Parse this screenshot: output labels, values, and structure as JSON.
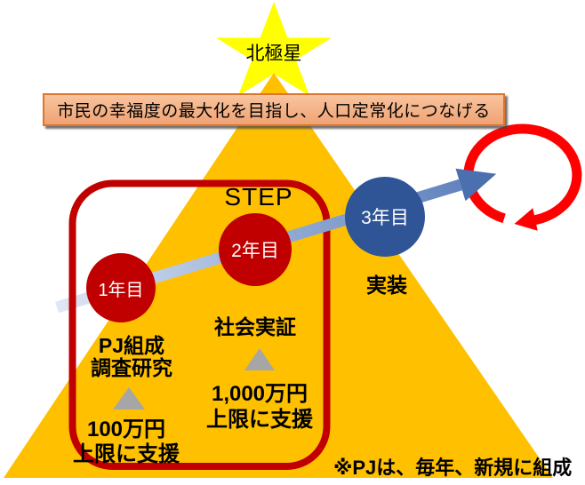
{
  "colors": {
    "pyramid": "#FFC000",
    "star": "#FFFF00",
    "banner_fill": "#F4B183",
    "banner_border": "#DD7430",
    "stage_red": "#C00000",
    "stage_blue": "#2F5597",
    "frame_red": "#C00000",
    "loop_red": "#FF0000",
    "arrow_head_blue": "#4C6FAF",
    "support_gray": "#A6A6A6"
  },
  "north_star_label": "北極星",
  "banner": {
    "text": "市民の幸福度の最大化を目指し、人口定常化につなげる"
  },
  "step_label": "STEP",
  "stages": [
    {
      "year_label": "1年目",
      "activity_lines": [
        "PJ組成",
        "調査研究"
      ],
      "support_lines": [
        "100万円",
        "上限に支援"
      ],
      "color": "#C00000"
    },
    {
      "year_label": "2年目",
      "activity_lines": [
        "社会実証"
      ],
      "support_lines": [
        "1,000万円",
        "上限に支援"
      ],
      "color": "#C00000"
    },
    {
      "year_label": "3年目",
      "activity_lines": [
        "実装"
      ],
      "support_lines": [],
      "color": "#2F5597"
    }
  ],
  "footnote": "※PJは、毎年、新規に組成"
}
